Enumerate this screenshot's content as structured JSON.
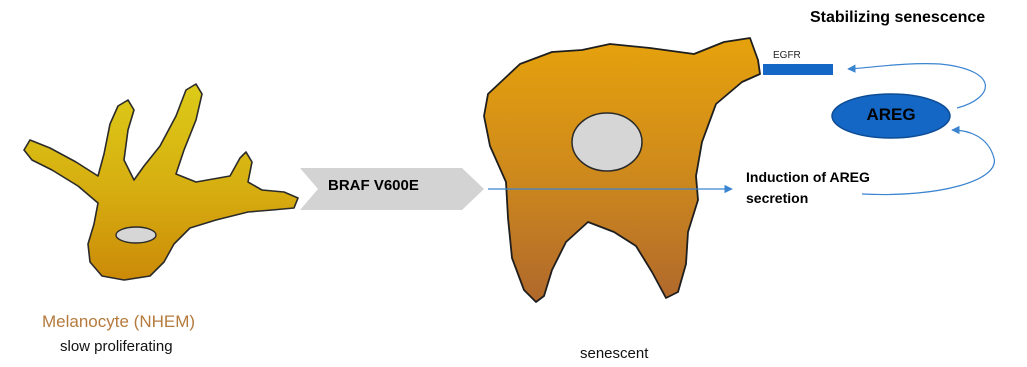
{
  "title": "Stabilizing senescence",
  "receptor_label": "EGFR",
  "areg_label": "AREG",
  "mutation_label": "BRAF V600E",
  "induction_line1": "Induction of AREG",
  "induction_line2": "secretion",
  "melanocyte_label": "Melanocyte (NHEM)",
  "melanocyte_state": "slow proliferating",
  "senescent_label": "senescent",
  "colors": {
    "melanocyte_fill_top": "#dccb18",
    "melanocyte_fill_bottom": "#cc8a08",
    "senescent_fill_top": "#e09a0e",
    "senescent_fill_bottom": "#b56a2a",
    "nucleus": "#d6d6d6",
    "areg_fill": "#1467c4",
    "egfr_bar": "#1467c4",
    "arrow_line": "#3a84d0",
    "chevron": "#d3d3d3",
    "melanocyte_text": "#b57a3c"
  }
}
